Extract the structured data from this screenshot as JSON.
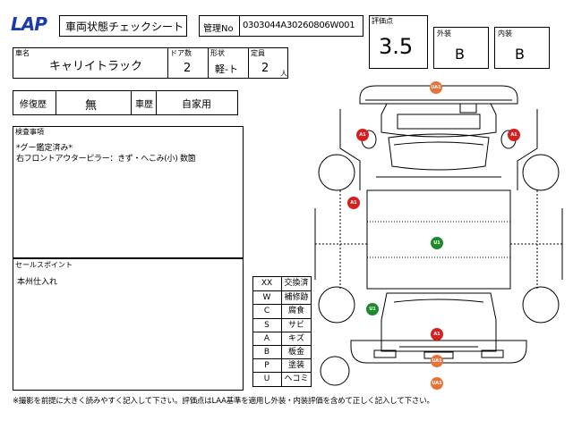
{
  "header": {
    "logo": "LAP",
    "sheet_title": "車両状態チェックシート",
    "management_label": "管理No",
    "management_no": "0303044A30260806W001"
  },
  "ratings": {
    "score_label": "評価点",
    "score": "3.5",
    "exterior_label": "外装",
    "exterior": "B",
    "interior_label": "内装",
    "interior": "B"
  },
  "vehicle": {
    "name_label": "車名",
    "name": "キャリイトラック",
    "doors_label": "ドア数",
    "doors": "2",
    "shape_label": "形状",
    "shape": "軽-ト",
    "capacity_label": "定員",
    "capacity": "2",
    "capacity_unit": "人"
  },
  "history": {
    "repair_label": "修復歴",
    "repair": "無",
    "usage_label": "車歴",
    "usage": "自家用"
  },
  "inspection": {
    "label": "検査事項",
    "lines": [
      "*グー鑑定済み*",
      "右フロントアウターピラー：きず・へこみ(小) 数箇"
    ]
  },
  "sales": {
    "label": "セールスポイント",
    "text": "本州仕入れ"
  },
  "legend": [
    {
      "code": "XX",
      "desc": "交換済"
    },
    {
      "code": "W",
      "desc": "補修跡"
    },
    {
      "code": "C",
      "desc": "腐食"
    },
    {
      "code": "S",
      "desc": "サビ"
    },
    {
      "code": "A",
      "desc": "キズ"
    },
    {
      "code": "B",
      "desc": "板金"
    },
    {
      "code": "P",
      "desc": "塗装"
    },
    {
      "code": "U",
      "desc": "ヘコミ"
    }
  ],
  "damage_markers": [
    {
      "label": "UA1",
      "color": "#e8733a"
    },
    {
      "label": "A1",
      "color": "#d42020"
    },
    {
      "label": "A1",
      "color": "#d42020"
    },
    {
      "label": "A1",
      "color": "#d42020"
    },
    {
      "label": "U1",
      "color": "#1d8a2a"
    },
    {
      "label": "U1",
      "color": "#1d8a2a"
    },
    {
      "label": "A1",
      "color": "#d42020"
    },
    {
      "label": "UA1",
      "color": "#e8733a"
    },
    {
      "label": "UA1",
      "color": "#e8733a"
    }
  ],
  "footer": {
    "note": "※撮影を前提に大きく読みやすく記入して下さい。評価点はLAA基準を適用し外装・内装評価を含めて正しく記入して下さい。"
  }
}
